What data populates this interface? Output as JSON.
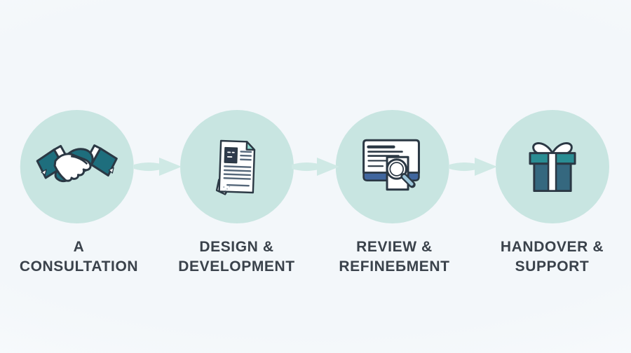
{
  "diagram": {
    "type": "process-flow",
    "direction": "left-to-right",
    "step_count": 4,
    "connector_count": 3
  },
  "palette": {
    "bg": "#f3f7fa",
    "bg-edge": "#fbfdfe",
    "circle": "#c8e5e1",
    "arrow": "#cfe9e5",
    "outline": "#2b3844",
    "teal": "#1e6e7d",
    "teal-light": "#8fd6cc",
    "gift-lid": "#2a8d93",
    "gift-box": "#35687f",
    "navy": "#2e3a4c",
    "line": "#55677a",
    "bar-blue": "#40669e",
    "handle-blue": "#9cc6da",
    "text": "#3a424b"
  },
  "steps": [
    {
      "icon": "handshake-icon",
      "label_line1": "A",
      "label_line2": "CONSULTATION"
    },
    {
      "icon": "document-icon",
      "label_line1": "DESIGN &",
      "label_line2": "DEVELOPMENT"
    },
    {
      "icon": "review-magnifier-icon",
      "label_line1": "REVIEW &",
      "label_line2": "REFINEБMENT"
    },
    {
      "icon": "gift-icon",
      "label_line1": "HANDOVER &",
      "label_line2": "SUPPORT"
    }
  ]
}
